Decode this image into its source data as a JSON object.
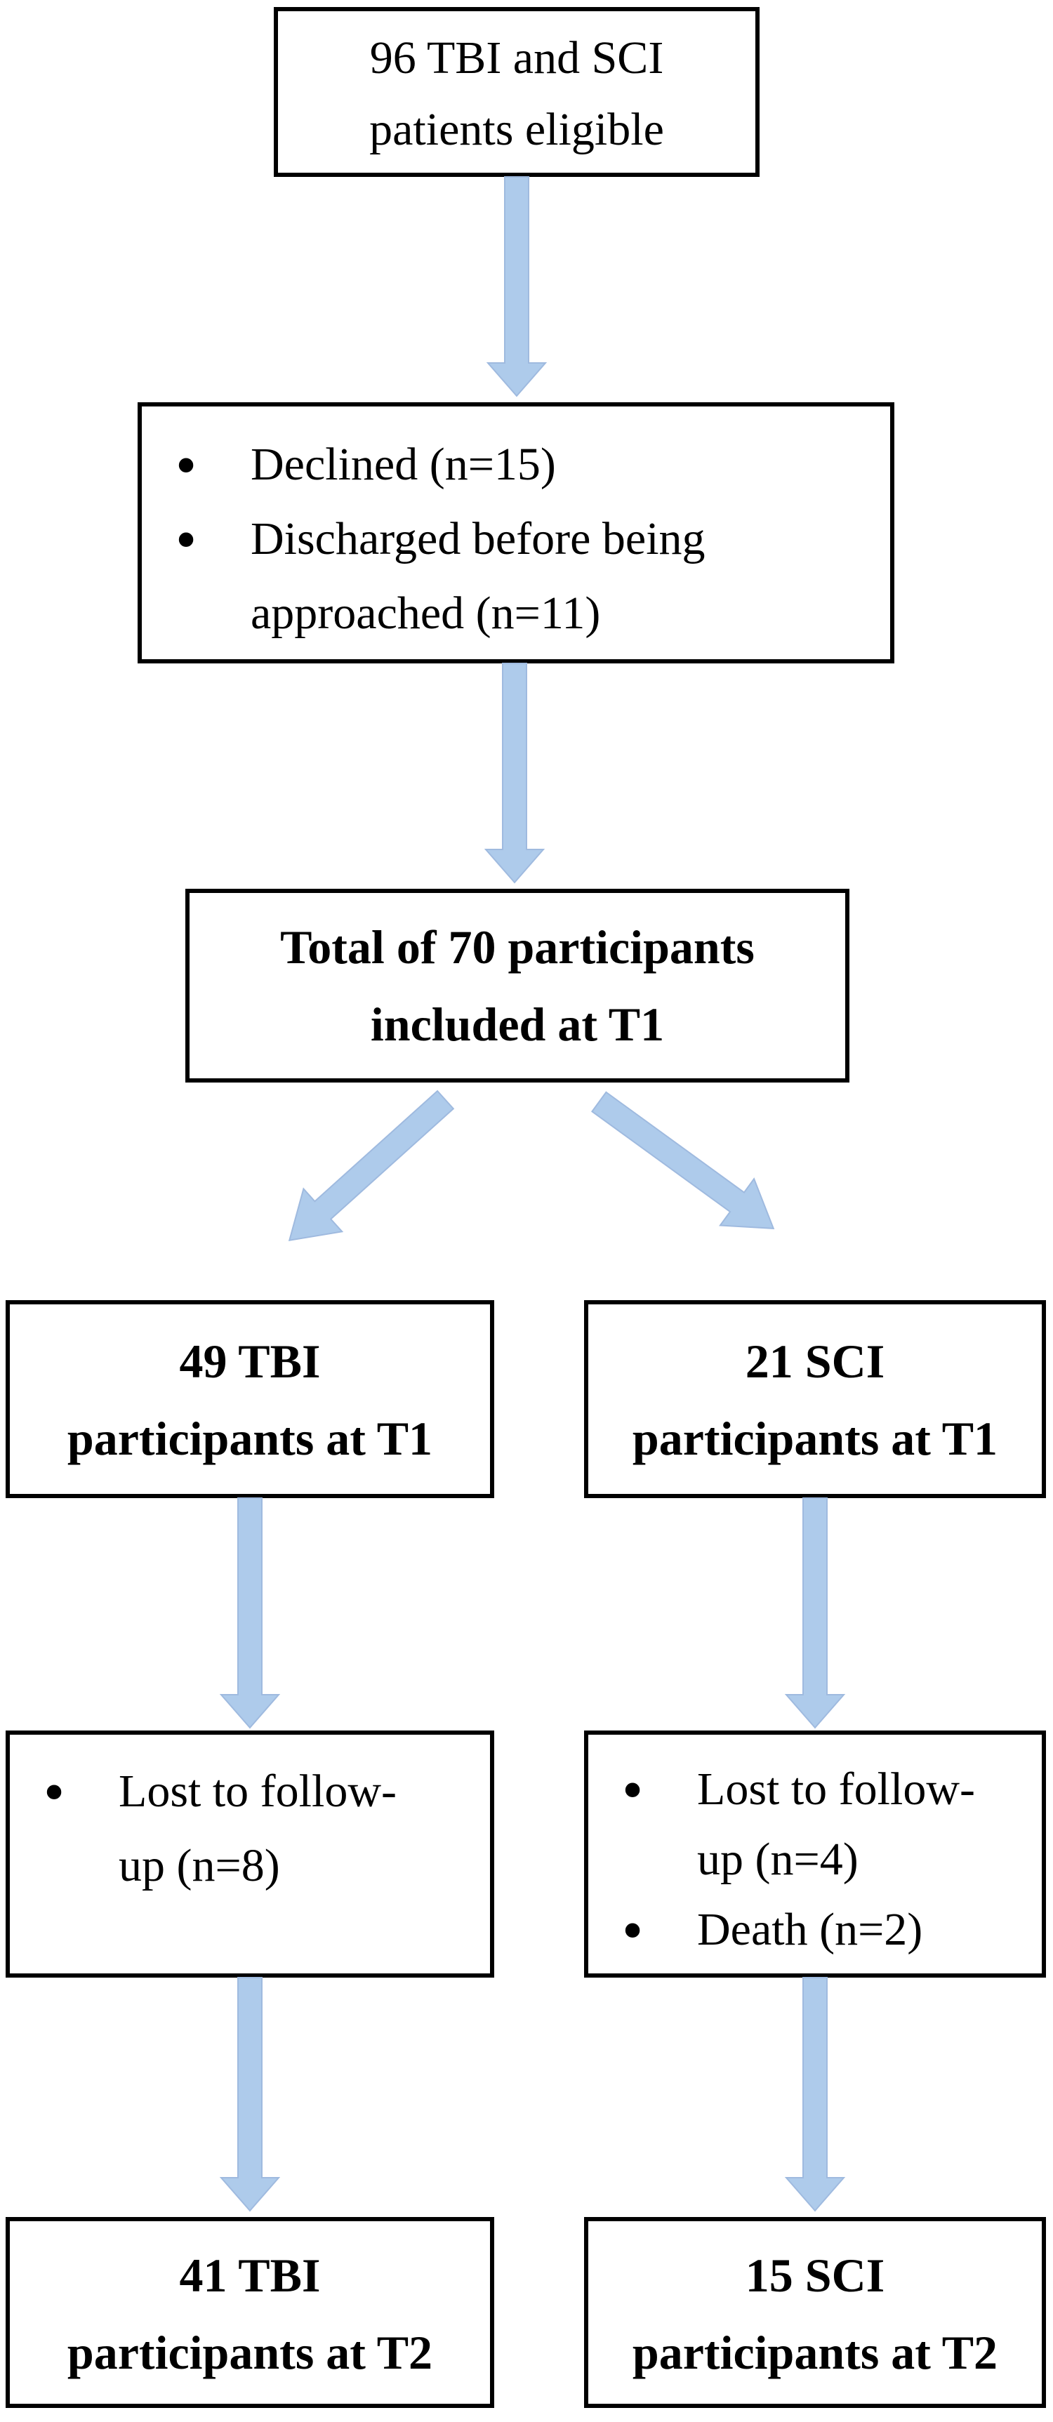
{
  "diagram": {
    "description": "Participant flow diagram",
    "bullet_glyph": "•",
    "colors": {
      "arrow_fill": "#AECBEB",
      "arrow_edge": "#9FBADF",
      "box_border": "#000000",
      "background": "#FFFFFF",
      "text": "#000000"
    },
    "boxes": {
      "eligible": {
        "lines": [
          "96 TBI and SCI",
          "patients eligible"
        ]
      },
      "excluded_t1": {
        "items": [
          {
            "bullet": true,
            "text": "Declined (n=15)"
          },
          {
            "bullet": true,
            "text": "Discharged before being"
          },
          {
            "bullet": false,
            "text": "approached (n=11)"
          }
        ]
      },
      "included_t1": {
        "lines": [
          "Total of 70 participants",
          "included at T1"
        ]
      },
      "tbi_t1": {
        "lines": [
          "49 TBI",
          "participants at T1"
        ]
      },
      "sci_t1": {
        "lines": [
          "21 SCI",
          "participants at T1"
        ]
      },
      "tbi_lost": {
        "items": [
          {
            "bullet": true,
            "text": "Lost to follow-"
          },
          {
            "bullet": false,
            "text": "up (n=8)"
          }
        ]
      },
      "sci_lost": {
        "items": [
          {
            "bullet": true,
            "text": "Lost to follow-"
          },
          {
            "bullet": false,
            "text": "up (n=4)"
          },
          {
            "bullet": true,
            "text": "Death (n=2)"
          }
        ]
      },
      "tbi_t2": {
        "lines": [
          "41 TBI",
          "participants at T2"
        ]
      },
      "sci_t2": {
        "lines": [
          "15 SCI",
          "participants at T2"
        ]
      }
    }
  }
}
